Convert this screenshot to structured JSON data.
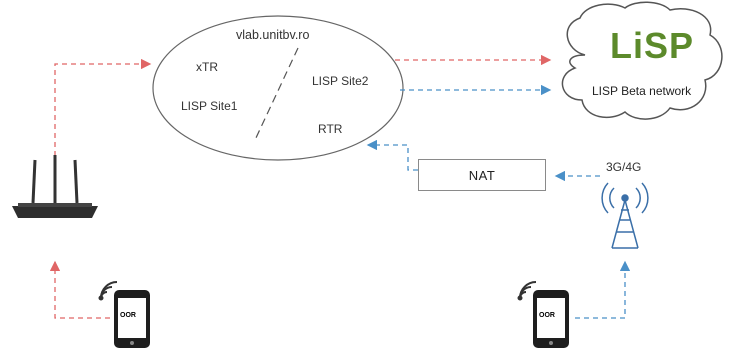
{
  "cloud": {
    "logo_text": "LiSP",
    "label": "LISP Beta network"
  },
  "ellipse": {
    "title": "vlab.unitbv.ro",
    "xtr": "xTR",
    "site1": "LISP Site1",
    "site2": "LISP Site2",
    "rtr": "RTR"
  },
  "nat": {
    "label": "NAT"
  },
  "tower": {
    "label": "3G/4G"
  },
  "phone_left": {
    "screen_label": "OOR"
  },
  "phone_right": {
    "screen_label": "OOR"
  },
  "colors": {
    "red_path": "#e06666",
    "blue_path": "#4a90c8",
    "lisp_green": "#5c8a2b"
  },
  "icons": [
    "router-icon",
    "phone-icon",
    "wifi-icon",
    "cell-tower-icon",
    "cloud-icon"
  ]
}
